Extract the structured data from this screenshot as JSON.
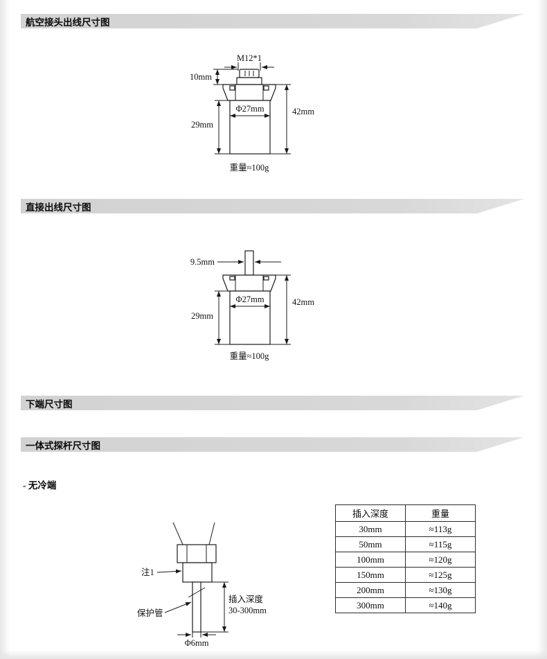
{
  "page": {
    "section1_title": "航空接头出线尺寸图",
    "section2_title": "直接出线尺寸图",
    "section3_title": "下端尺寸图",
    "section4_title": "一体式探杆尺寸图",
    "probe_subtitle": "- 无冷端"
  },
  "diagram1": {
    "thread_label": "M12*1",
    "cap_height": "10mm",
    "diameter": "Φ27mm",
    "body_height": "29mm",
    "total_height": "42mm",
    "weight": "重量≈100g"
  },
  "diagram2": {
    "stem_width": "9.5mm",
    "diameter": "Φ27mm",
    "body_height": "29mm",
    "total_height": "42mm",
    "weight": "重量≈100g"
  },
  "diagram3": {
    "note": "注1",
    "tube_label": "保护管",
    "depth_label_line1": "插入深度",
    "depth_label_line2": "30-300mm",
    "tip_diameter": "Φ6mm"
  },
  "table": {
    "headers": [
      "插入深度",
      "重量"
    ],
    "rows": [
      [
        "30mm",
        "≈113g"
      ],
      [
        "50mm",
        "≈115g"
      ],
      [
        "100mm",
        "≈120g"
      ],
      [
        "150mm",
        "≈125g"
      ],
      [
        "200mm",
        "≈130g"
      ],
      [
        "300mm",
        "≈140g"
      ]
    ]
  },
  "colors": {
    "banner_gray": "#d6d6d6",
    "line": "#1a1a1a"
  }
}
